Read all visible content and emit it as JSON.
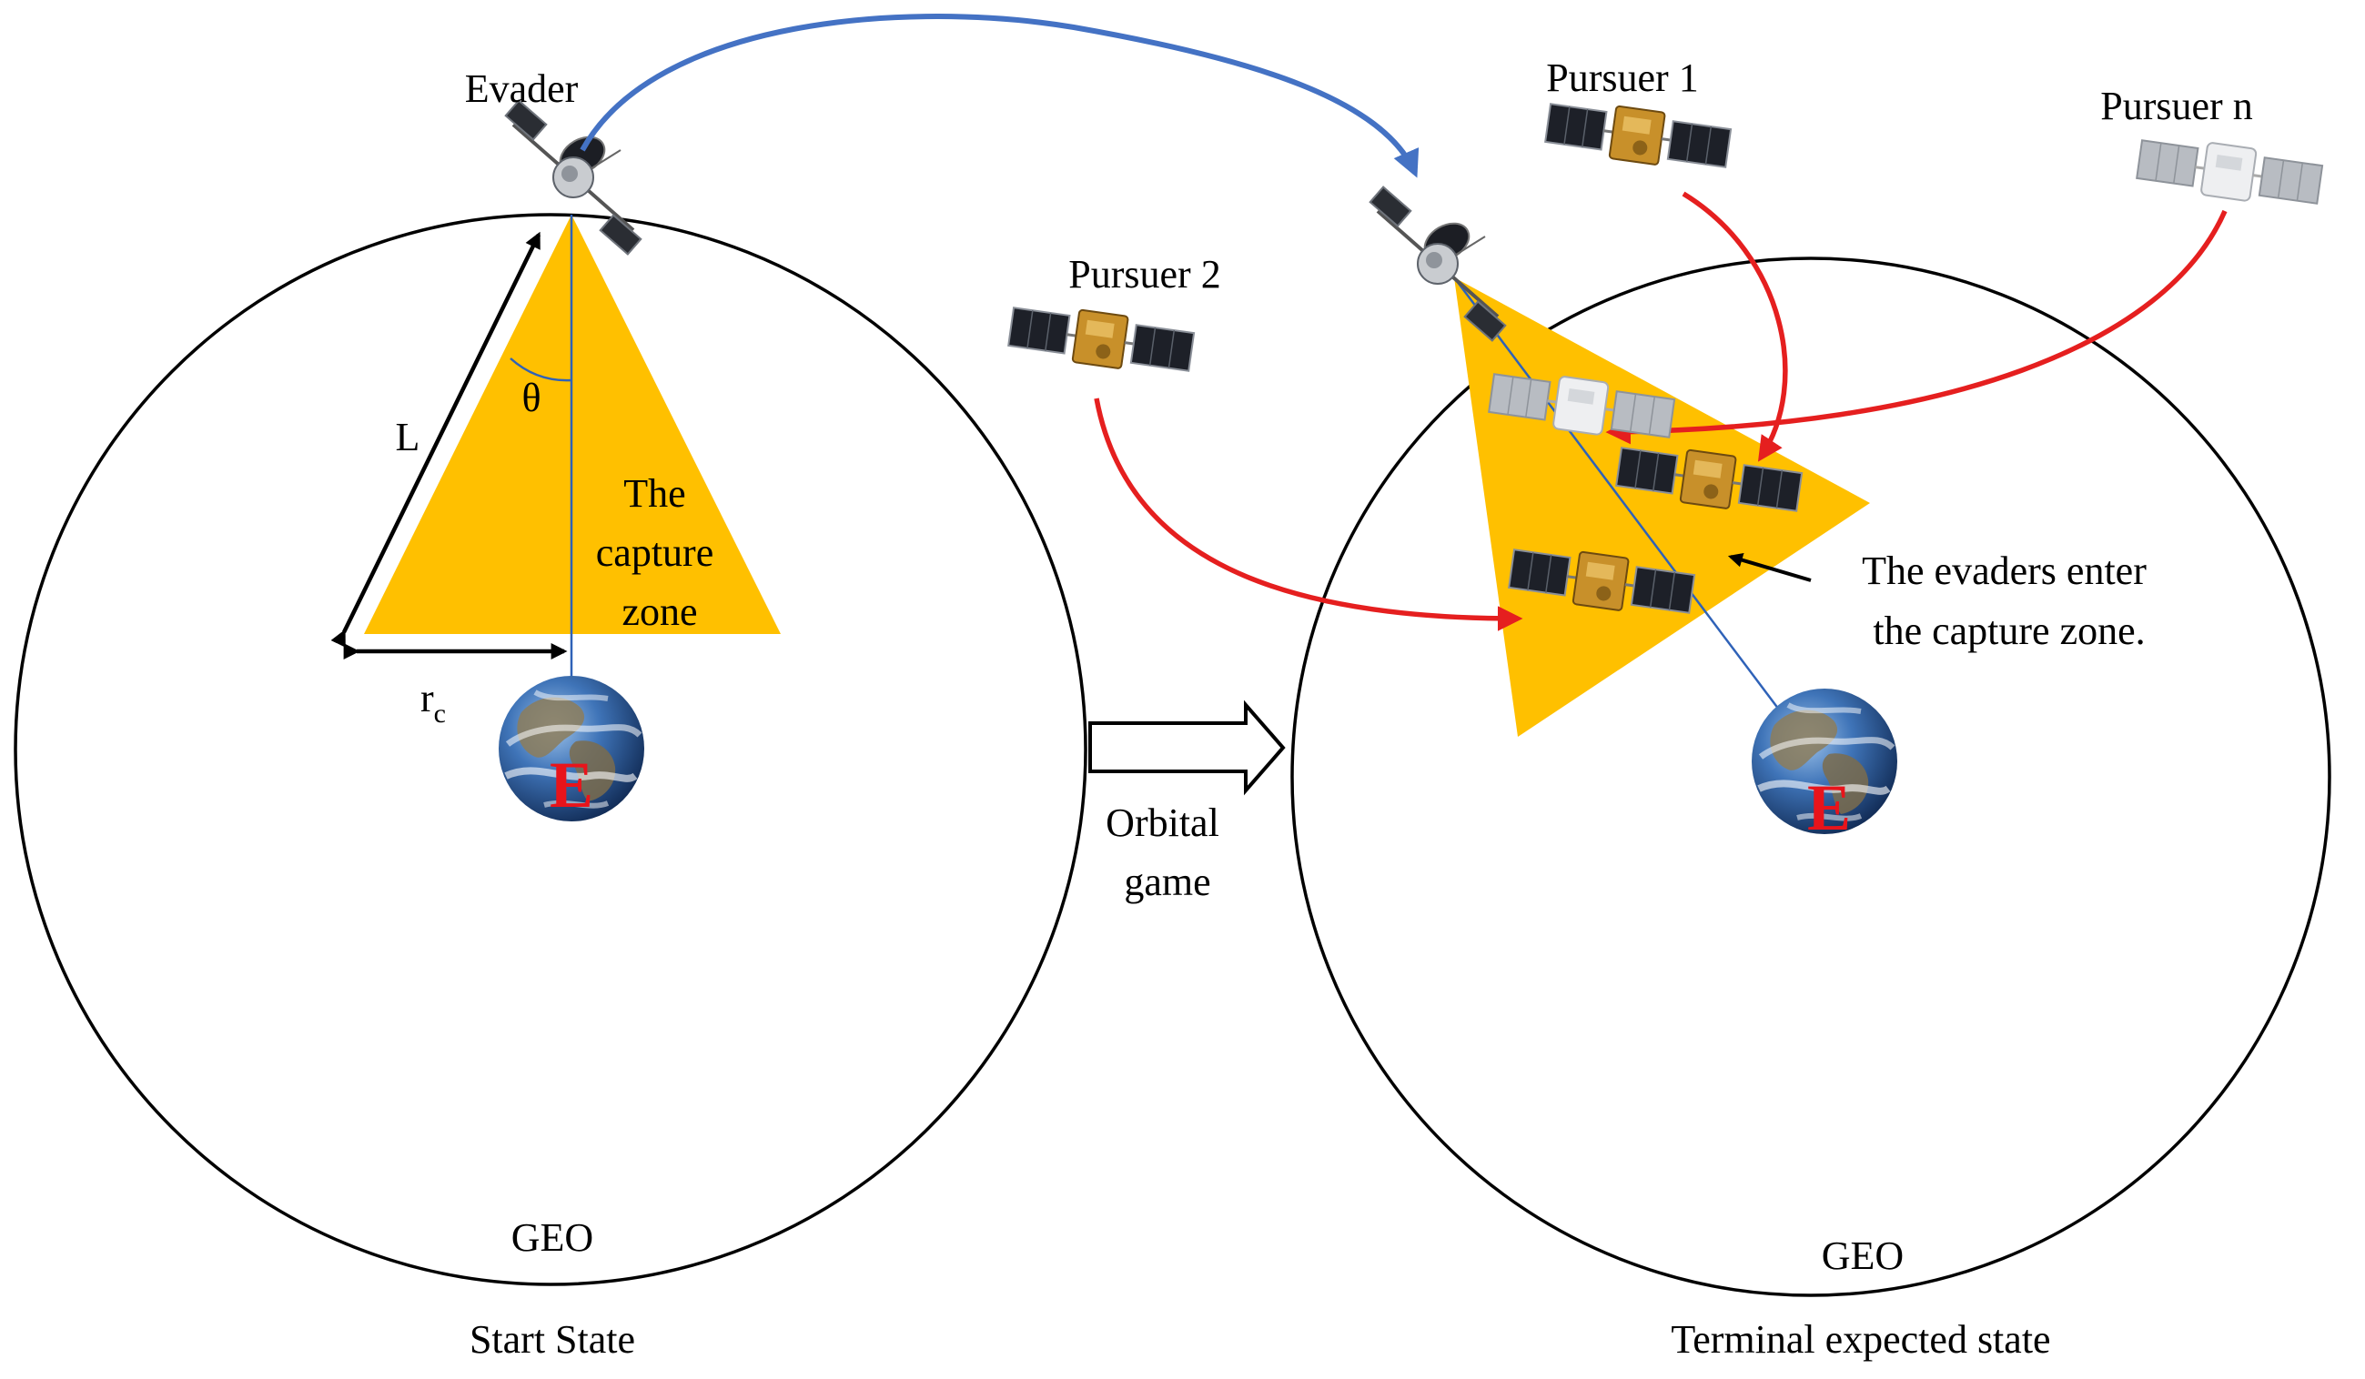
{
  "colors": {
    "capture_zone": "#FFC000",
    "pursuit_arrow": "#E51F1F",
    "evader_arrow": "#4472C4",
    "sight_line": "#2F62B8",
    "earth_ocean": "#2B5FA0",
    "earth_letter": "#E8141B"
  },
  "icons": {
    "evader": "evader-satellite-icon",
    "pursuer": "pursuer-satellite-icon",
    "earth": "earth-icon",
    "transition": "hollow-right-arrow-icon"
  },
  "start_state": {
    "evader_label": "Evader",
    "length_label": "L",
    "angle_label": "θ",
    "capture_zone_text": [
      "The",
      "capture",
      "zone"
    ],
    "radius_label_main": "r",
    "radius_label_sub": "c",
    "earth_label": "E",
    "orbit_label": "GEO",
    "caption": "Start State"
  },
  "transition": {
    "label_line1": "Orbital",
    "label_line2": "game"
  },
  "terminal_state": {
    "pursuer_1_label": "Pursuer 1",
    "pursuer_2_label": "Pursuer 2",
    "pursuer_n_label": "Pursuer n",
    "annotation_line1": "The evaders enter",
    "annotation_line2": "the capture zone.",
    "earth_label": "E",
    "orbit_label": "GEO",
    "caption": "Terminal expected state"
  }
}
